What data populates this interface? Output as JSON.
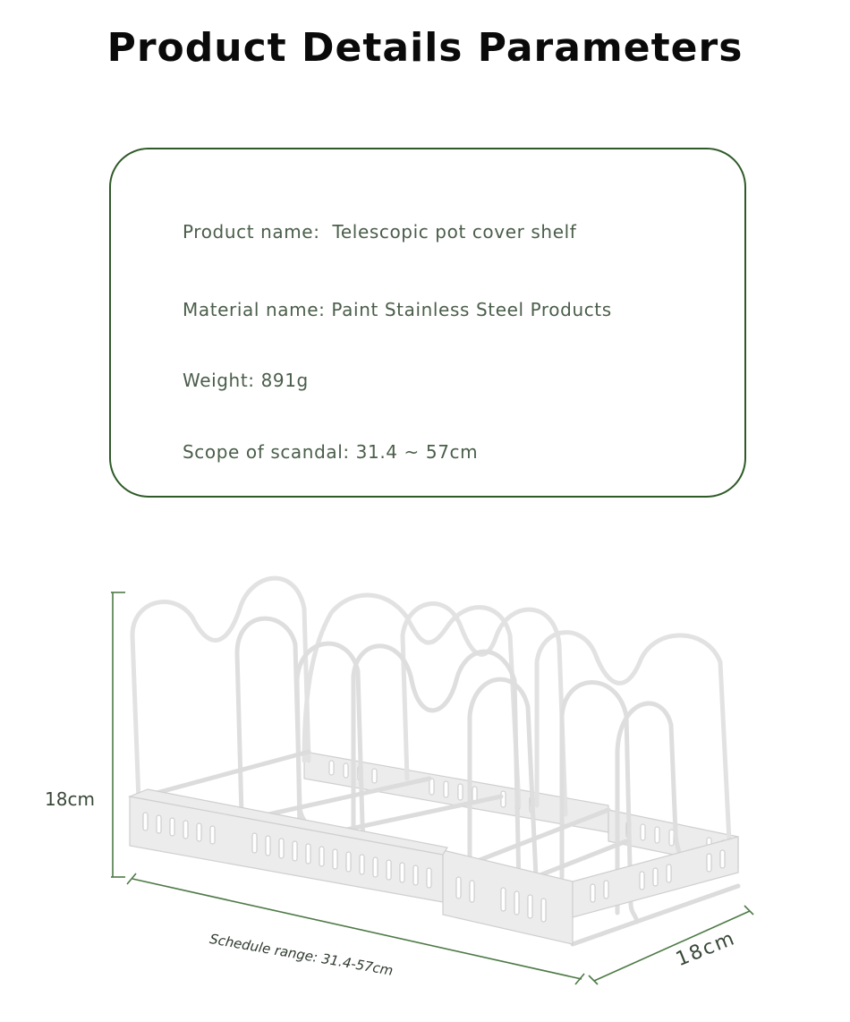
{
  "header": {
    "title": "Product Details Parameters"
  },
  "specs": {
    "product_name": "Product name:  Telescopic pot cover shelf",
    "material_name": "Material name: Paint Stainless Steel Products",
    "weight": "Weight: 891g",
    "scope": "Scope of scandal: 31.4 ~ 57cm"
  },
  "diagram": {
    "height_label": "18cm",
    "range_label": "Schedule range:   31.4-57cm",
    "depth_label": "18cm",
    "colors": {
      "dimension_line": "#4d7a45",
      "rack": "#e4e4e4",
      "rack_outline": "#c8c8c8",
      "box_border": "#2e5a27",
      "spec_text": "#4a5e4a"
    }
  }
}
